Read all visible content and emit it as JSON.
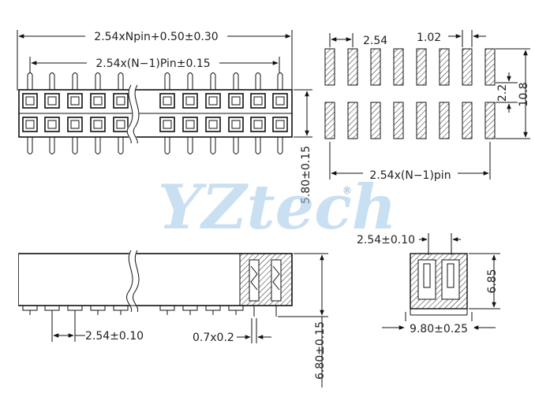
{
  "watermark": {
    "text": "YZtech",
    "registered": "®"
  },
  "front_view": {
    "overall_length": "2.54xNpin+0.50±0.30",
    "pin_span": "2.54x(N−1)Pin±0.15",
    "height": "5.80±0.15"
  },
  "footprint_view": {
    "pitch": "2.54",
    "pad_width": "1.02",
    "row_spacing": "2.2",
    "overall_width": "10.8",
    "span": "2.54x(N−1)pin"
  },
  "side_view": {
    "pitch": "2.54±0.10",
    "pin_size": "0.7x0.2",
    "total_height": "6.80±0.15"
  },
  "end_view": {
    "row_pitch": "2.54±0.10",
    "body_height": "6.85",
    "body_width": "9.80±0.25"
  }
}
